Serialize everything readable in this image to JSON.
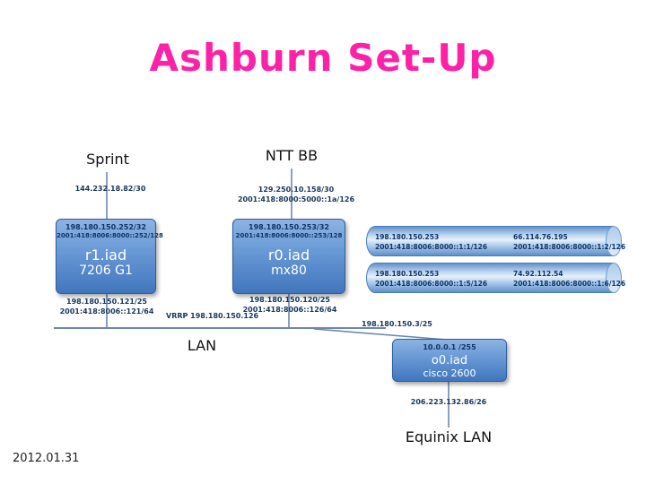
{
  "slide": {
    "title": "Ashburn Set-Up",
    "date": "2012.01.31"
  },
  "labels": {
    "sprint": "Sprint",
    "ntt_bb": "NTT BB",
    "lan": "LAN",
    "equinix_lan": "Equinix LAN"
  },
  "link_labels": {
    "sprint_link": "144.232.18.82/30",
    "ntt_link_v4": "129.250.10.158/30",
    "ntt_link_v6": "2001:418:8000:5000::1a/126",
    "r1_lan_v4": "198.180.150.121/25",
    "r1_lan_v6": "2001:418:8006::121/64",
    "r0_lan_v4": "198.180.150.120/25",
    "r0_lan_v6": "2001:418:8006::126/64",
    "vrrp": "VRRP 198.180.150.126",
    "o0_lan": "198.180.150.3/25",
    "equinix_link": "206.223.132.86/26"
  },
  "routers": {
    "r1": {
      "loopback_v4": "198.180.150.252/32",
      "loopback_v6": "2001:418:8006:8000::252/128",
      "name": "r1.iad",
      "model": "7206 G1"
    },
    "r0": {
      "loopback_v4": "198.180.150.253/32",
      "loopback_v6": "2001:418:8006:8000::253/128",
      "name": "r0.iad",
      "model": "mx80"
    },
    "o0": {
      "ip": "10.0.0.1 /255",
      "name": "o0.iad",
      "model": "cisco 2600"
    }
  },
  "tunnels": [
    {
      "local_v4": "198.180.150.253",
      "local_v6": "2001:418:8006:8000::1:1/126",
      "remote_v4": "66.114.76.195",
      "remote_v6": "2001:418:8006:8000::1:2/126"
    },
    {
      "local_v4": "198.180.150.253",
      "local_v6": "2001:418:8006:8000::1:5/126",
      "remote_v4": "74.92.112.54",
      "remote_v6": "2001:418:8006:8000::1:6/126"
    }
  ],
  "colors": {
    "title": "#fb22a7",
    "box_fill_top": "#8db3e2",
    "box_fill_bottom": "#4176bd",
    "box_border": "#2d5e9d",
    "connector_line": "#6e87b0",
    "small_label_text": "#17375e"
  }
}
